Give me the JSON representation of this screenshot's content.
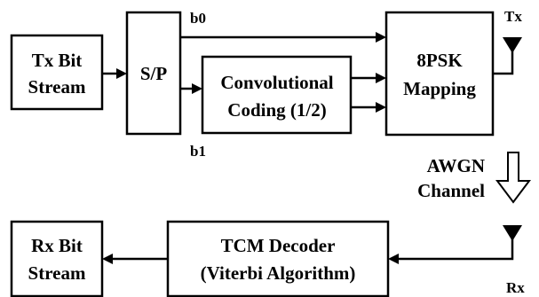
{
  "blocks": {
    "tx_bit_stream": [
      "Tx Bit",
      "Stream"
    ],
    "sp": [
      "S/P"
    ],
    "conv_coding": [
      "Convolutional",
      "Coding (1/2)"
    ],
    "psk_mapping": [
      "8PSK",
      "Mapping"
    ],
    "tcm_decoder": [
      "TCM Decoder",
      "(Viterbi Algorithm)"
    ],
    "rx_bit_stream": [
      "Rx Bit",
      "Stream"
    ]
  },
  "labels": {
    "b0": "b0",
    "b1": "b1",
    "tx": "Tx",
    "rx": "Rx",
    "channel": [
      "AWGN",
      "Channel"
    ]
  }
}
